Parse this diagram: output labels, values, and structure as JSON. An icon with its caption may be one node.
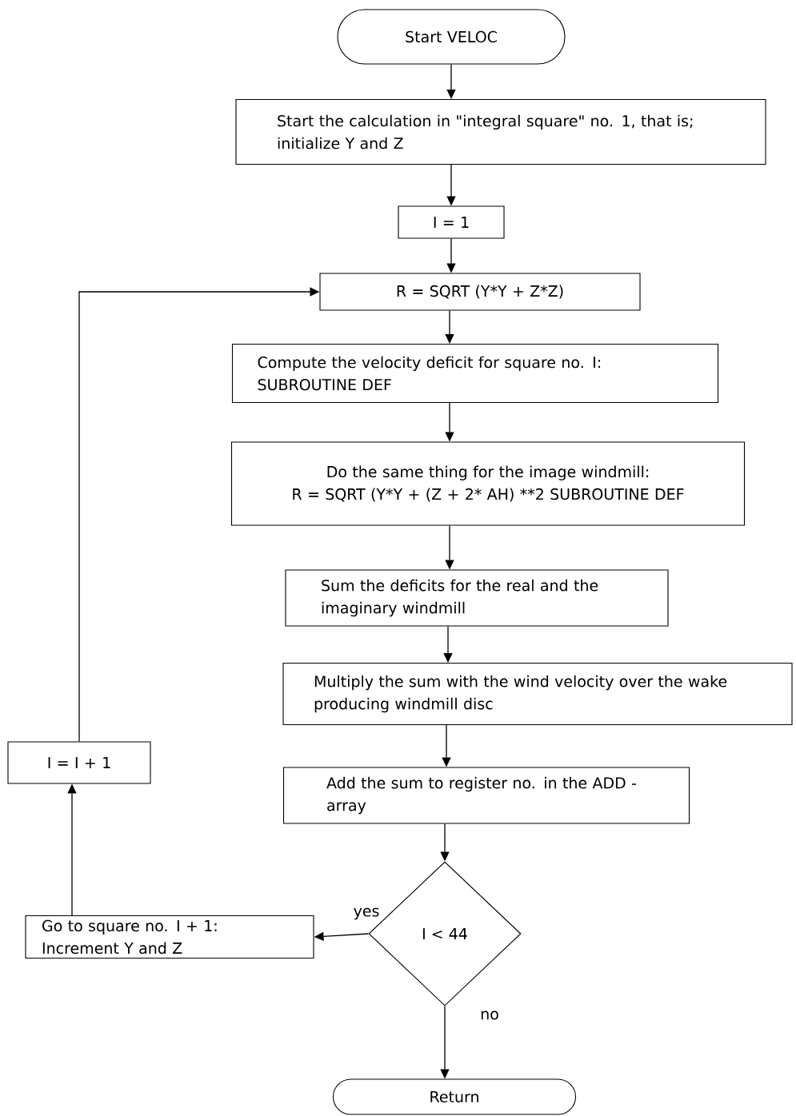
{
  "diagram": {
    "nodes": [
      {
        "text": [
          "Start VELOC"
        ]
      },
      {
        "text": [
          "Start the calculation in \"integral square\" no. 1, that is; initialize Y and Z"
        ]
      },
      {
        "text": [
          "I = 1"
        ]
      },
      {
        "text": [
          "R = SQRT (Y*Y + Z*Z)"
        ]
      },
      {
        "text": [
          "Compute the velocity deficit for square no. I: SUBROUTINE DEF"
        ]
      },
      {
        "text": [
          "Do the same thing for the image windmill:",
          "R = SQRT (Y*Y + (Z + 2* AH) **2 SUBROUTINE DEF"
        ]
      },
      {
        "text": [
          "Sum the deficits for the real and the imaginary windmill"
        ]
      },
      {
        "text": [
          "Multiply the sum with the wind velocity over the wake producing windmill disc"
        ]
      },
      {
        "text": [
          "Add the sum to register no. in the ADD - array"
        ]
      },
      {
        "text": [
          "I < 44"
        ]
      },
      {
        "text": [
          "Go to square no. I + 1: Increment Y and Z"
        ]
      },
      {
        "text": [
          "I = I + 1"
        ]
      },
      {
        "text": [
          "Return"
        ]
      }
    ],
    "edges": [
      {
        "from": 0,
        "to": 1,
        "arrow": "to"
      },
      {
        "from": 1,
        "to": 2,
        "arrow": "to"
      },
      {
        "from": 2,
        "to": 3,
        "arrow": "to"
      },
      {
        "from": 3,
        "to": 4,
        "arrow": "to"
      },
      {
        "from": 4,
        "to": 5,
        "arrow": "to"
      },
      {
        "from": 5,
        "to": 6,
        "arrow": "to"
      },
      {
        "from": 6,
        "to": 7,
        "arrow": "to"
      },
      {
        "from": 7,
        "to": 8,
        "arrow": "to"
      },
      {
        "from": 8,
        "to": 9,
        "arrow": "to"
      },
      {
        "from": 9,
        "to": 10,
        "arrow": "to",
        "label": "yes"
      },
      {
        "from": 10,
        "to": 11,
        "arrow": "to"
      },
      {
        "from": 11,
        "to": 3,
        "arrow": "to"
      },
      {
        "from": 9,
        "to": 12,
        "arrow": "to",
        "label": "no"
      }
    ]
  }
}
